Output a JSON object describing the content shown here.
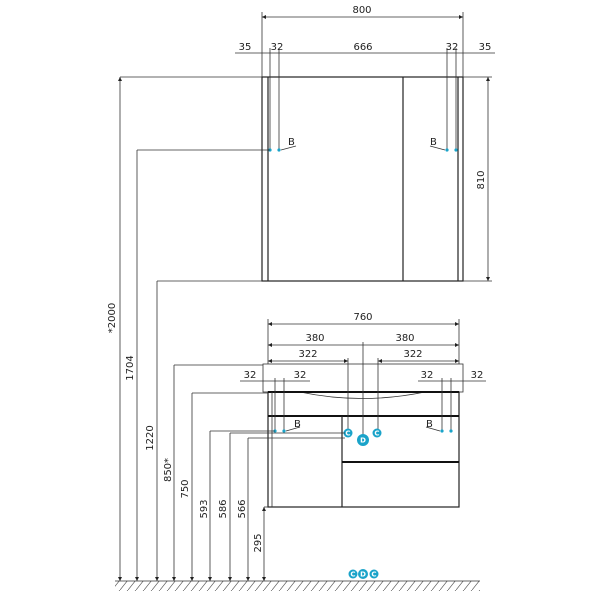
{
  "accent_color": "#1aa3c9",
  "mirror_cabinet": {
    "width": "800",
    "left_offset": "35",
    "left_pitch": "32",
    "middle": "666",
    "right_pitch": "32",
    "right_offset": "35",
    "height": "810",
    "mount_left_label": "B",
    "mount_right_label": "B"
  },
  "vanity": {
    "width": "760",
    "half_left": "380",
    "half_right": "380",
    "offset_left": "322",
    "offset_right": "322",
    "edge_left_a": "32",
    "edge_left_b": "32",
    "edge_right_a": "32",
    "edge_right_b": "32",
    "mount_left_label": "B",
    "mount_right_label": "B",
    "connection_c_left": "C",
    "connection_d": "D",
    "connection_c_right": "C",
    "floor_c_left": "C",
    "floor_d": "D",
    "floor_c_right": "C"
  },
  "heights": [
    "*2000",
    "1704",
    "1220",
    "850*",
    "750",
    "593",
    "586",
    "566",
    "295"
  ]
}
